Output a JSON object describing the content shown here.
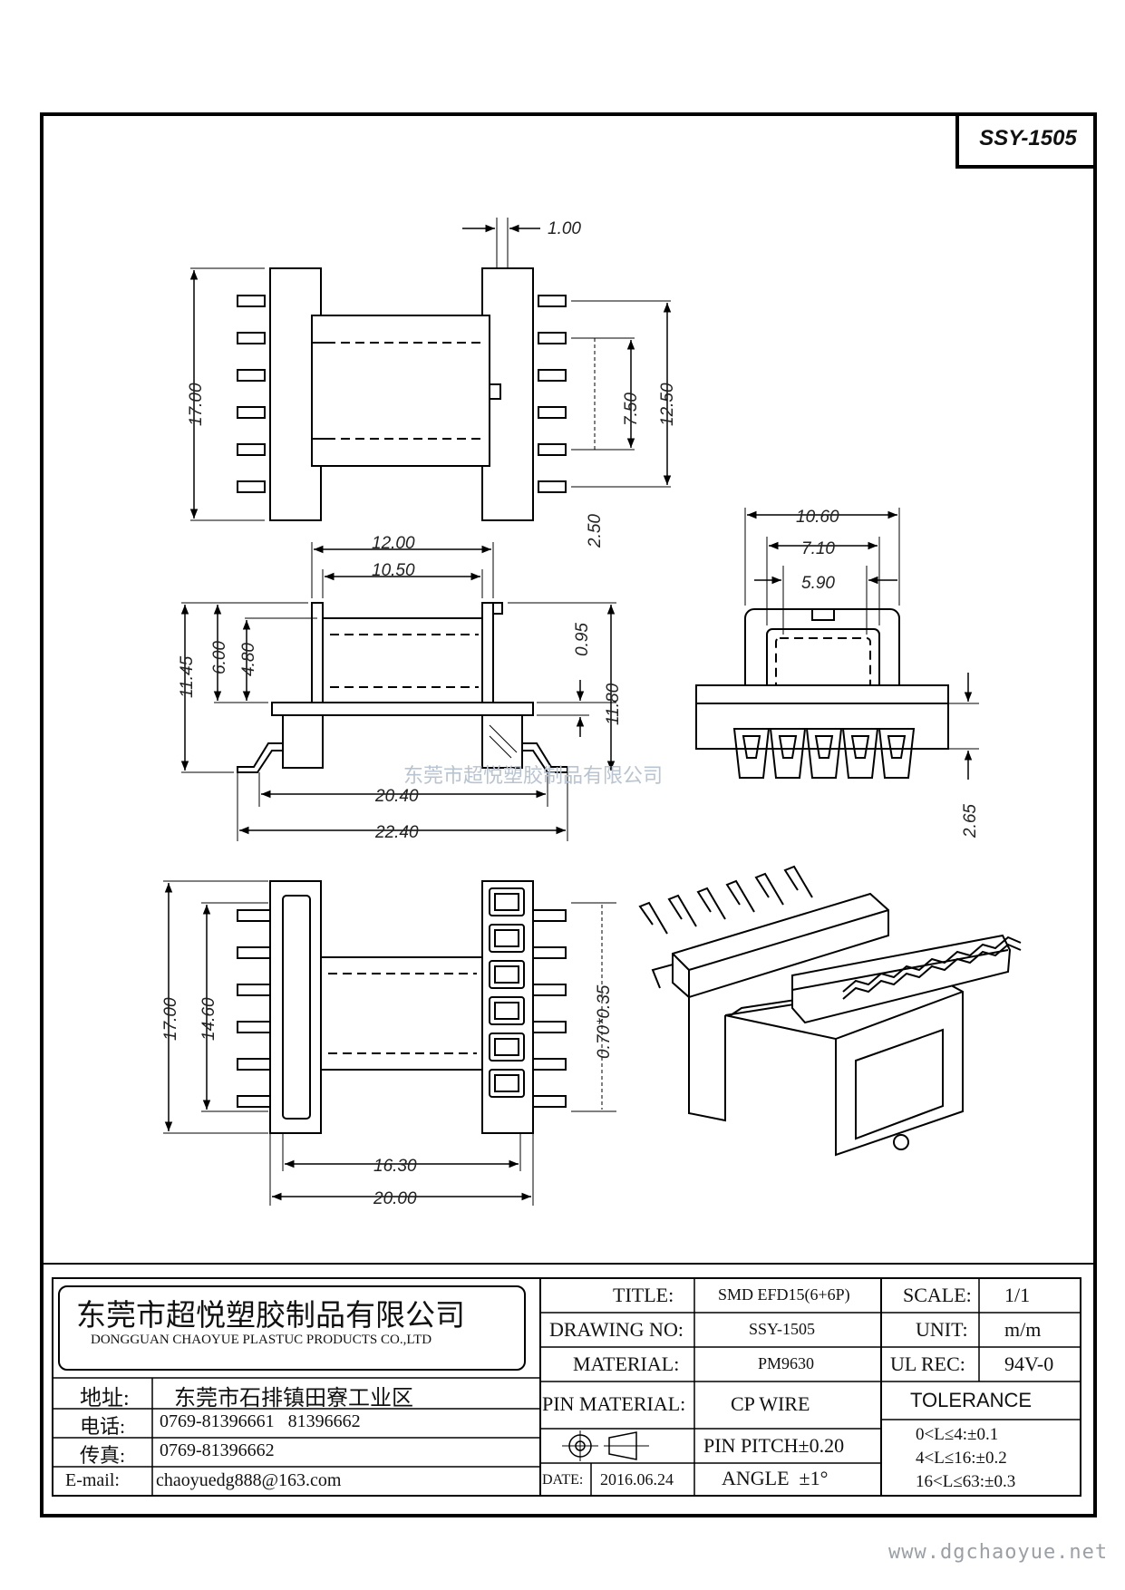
{
  "drawing": {
    "model_code": "SSY-1505",
    "dimensions": {
      "top_view": [
        "1.00",
        "17.00",
        "7.50",
        "12.50",
        "2.50"
      ],
      "front_view": [
        "12.00",
        "10.50",
        "11.45",
        "6.00",
        "4.80",
        "0.95",
        "11.80",
        "20.40",
        "22.40"
      ],
      "end_view": [
        "10.60",
        "7.10",
        "5.90",
        "2.65"
      ],
      "bottom_view": [
        "17.00",
        "14.60",
        "0.70*0.35",
        "16.30",
        "20.00"
      ]
    },
    "watermark": "东莞市超悦塑胶制品有限公司"
  },
  "title_block": {
    "company_cn": "东莞市超悦塑胶制品有限公司",
    "company_en": "DONGGUAN CHAOYUE PLASTUC PRODUCTS CO.,LTD",
    "address_label": "地址:",
    "address": "东莞市石排镇田寮工业区",
    "phone_label": "电话:",
    "phone": "0769-81396661   81396662",
    "fax_label": "传真:",
    "fax": "0769-81396662",
    "email_label": "E-mail:",
    "email": "chaoyuedg888@163.com",
    "title_label": "TITLE:",
    "title": "SMD EFD15(6+6P)",
    "drawing_no_label": "DRAWING NO:",
    "drawing_no": "SSY-1505",
    "material_label": "MATERIAL:",
    "material": "PM9630",
    "pin_material_label": "PIN MATERIAL:",
    "pin_material": "CP WIRE",
    "pin_pitch": "PIN PITCH±0.20",
    "date_label": "DATE:",
    "date": "2016.06.24",
    "angle": "ANGLE  ±1°",
    "scale_label": "SCALE:",
    "scale": "1/1",
    "unit_label": "UNIT:",
    "unit": "m/m",
    "ul_label": "UL REC:",
    "ul": "94V-0",
    "tolerance_label": "TOLERANCE",
    "tolerances": [
      "0<L≤4:±0.1",
      "4<L≤16:±0.2",
      "16<L≤63:±0.3"
    ]
  },
  "footer": {
    "website": "www.dgchaoyue.net"
  }
}
